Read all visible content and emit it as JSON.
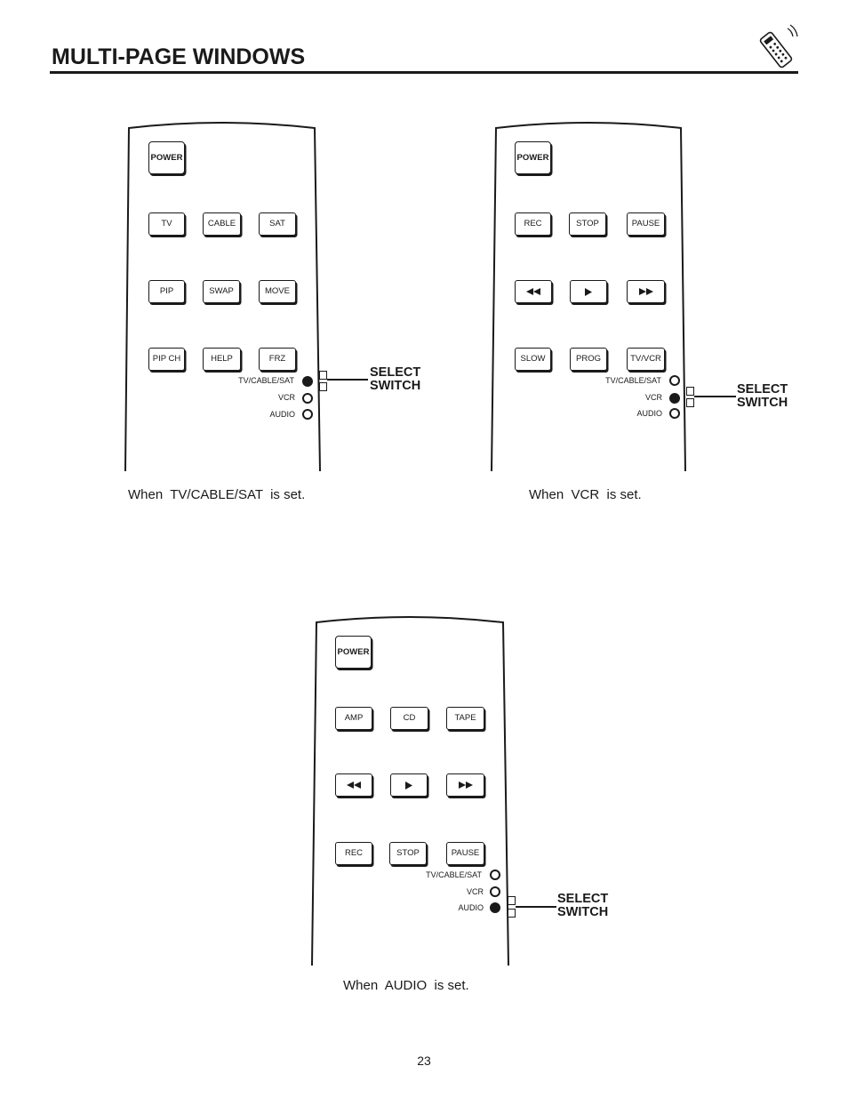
{
  "page": {
    "title": "MULTI-PAGE WINDOWS",
    "page_number": "23",
    "header_icon": "remote-control-icon"
  },
  "select_switch": {
    "line1": "SELECT",
    "line2": "SWITCH"
  },
  "modes": [
    "TV/CABLE/SAT",
    "VCR",
    "AUDIO"
  ],
  "remotes": [
    {
      "caption": "When  TV/CABLE/SAT  is set.",
      "active_mode": "TV/CABLE/SAT",
      "power": "POWER",
      "row1": [
        "TV",
        "CABLE",
        "SAT"
      ],
      "row2": [
        "PIP",
        "SWAP",
        "MOVE"
      ],
      "row3": [
        "PIP CH",
        "HELP",
        "FRZ"
      ]
    },
    {
      "caption": "When  VCR  is set.",
      "active_mode": "VCR",
      "power": "POWER",
      "row1": [
        "REC",
        "STOP",
        "PAUSE"
      ],
      "row2_icons": [
        "rewind-icon",
        "play-icon",
        "fast-forward-icon"
      ],
      "row3": [
        "SLOW",
        "PROG",
        "TV/VCR"
      ]
    },
    {
      "caption": "When  AUDIO  is set.",
      "active_mode": "AUDIO",
      "power": "POWER",
      "row1": [
        "AMP",
        "CD",
        "TAPE"
      ],
      "row2_icons": [
        "rewind-icon",
        "play-icon",
        "fast-forward-icon"
      ],
      "row3": [
        "REC",
        "STOP",
        "PAUSE"
      ]
    }
  ]
}
